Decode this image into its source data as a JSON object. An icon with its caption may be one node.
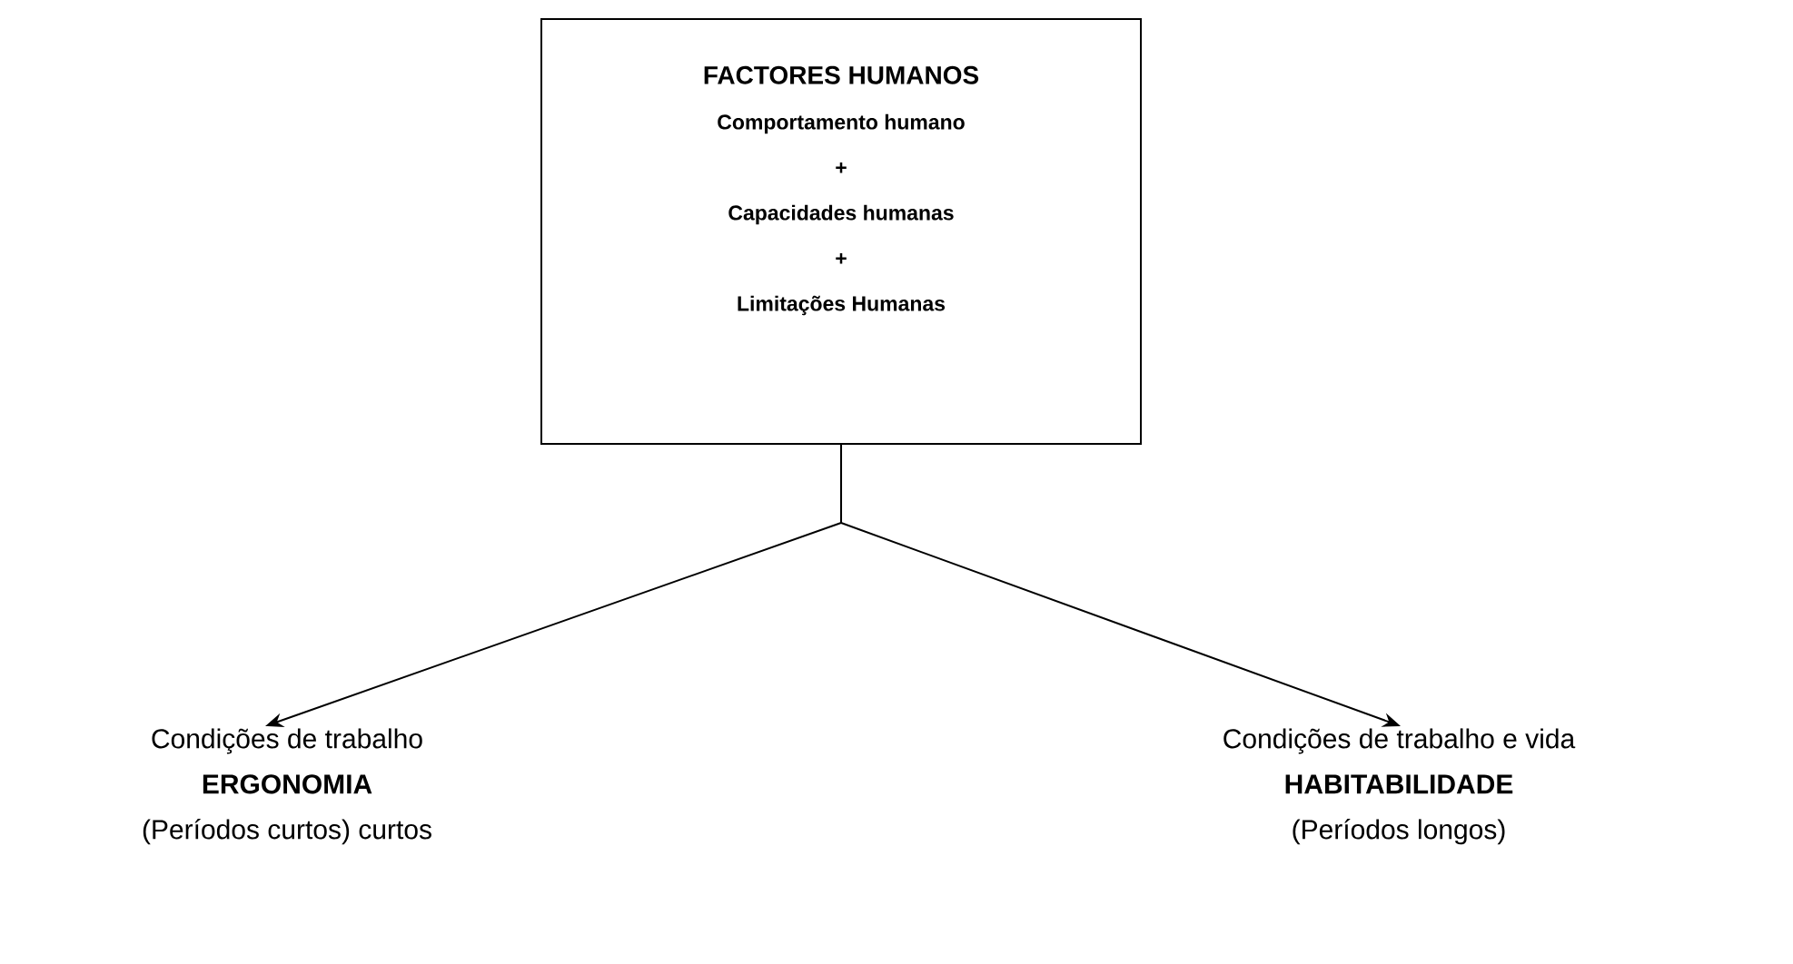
{
  "diagram": {
    "nodes": [
      {
        "text": [
          "FACTORES HUMANOS",
          "Comportamento humano",
          "+",
          "Capacidades humanas",
          "+",
          "Limitações Humanas"
        ]
      },
      {
        "text": [
          "Condições de trabalho",
          "ERGONOMIA",
          "(Períodos curtos) curtos"
        ]
      },
      {
        "text": [
          "Condições de trabalho e vida",
          "HABITABILIDADE",
          "(Períodos longos)"
        ]
      }
    ],
    "edges": [
      {
        "from": 0,
        "to": 1,
        "arrow": "to"
      },
      {
        "from": 0,
        "to": 2,
        "arrow": "to"
      }
    ]
  }
}
